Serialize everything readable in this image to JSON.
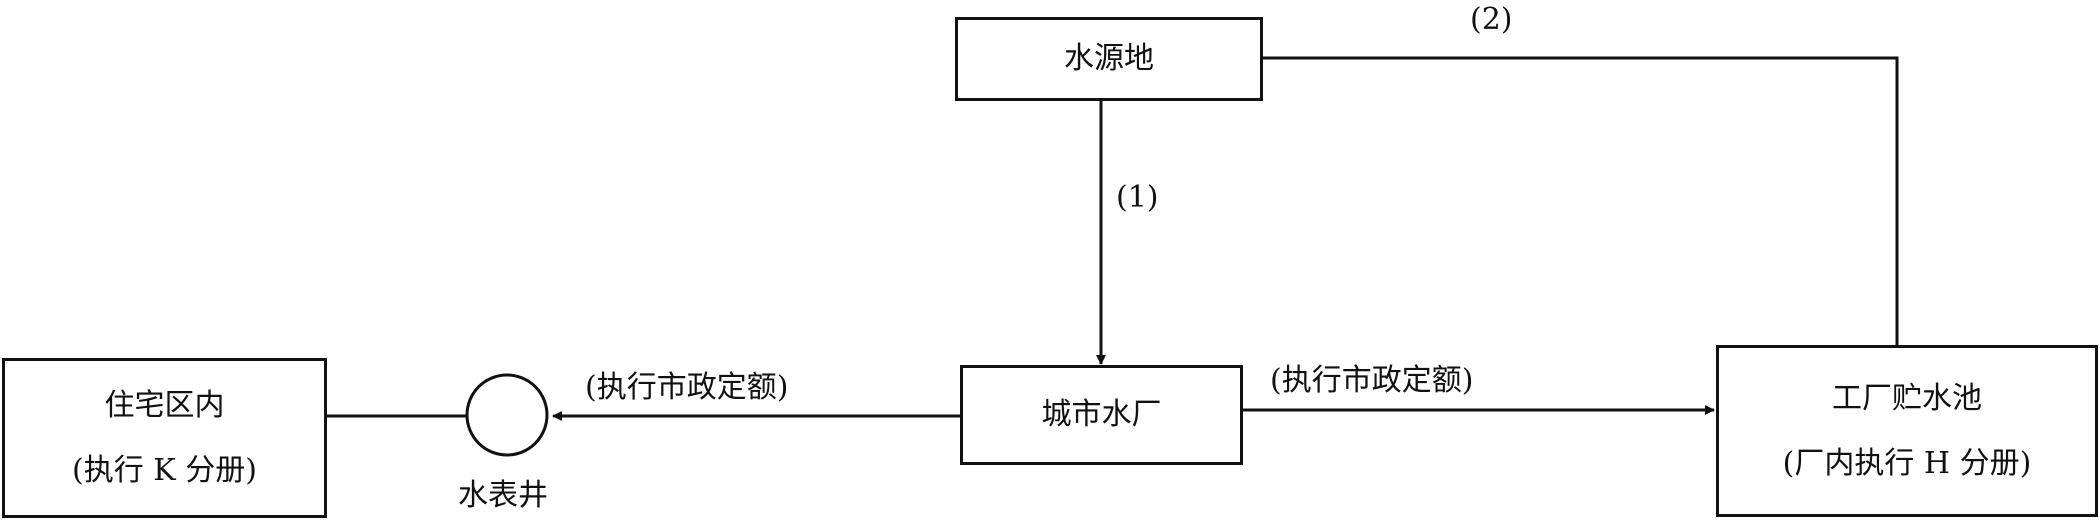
{
  "nodes": {
    "source": {
      "label": "水源地"
    },
    "city_plant": {
      "label": "城市水厂"
    },
    "residential": {
      "label": "住宅区内",
      "sublabel": "(执行 K 分册)"
    },
    "factory_tank": {
      "label": "工厂贮水池",
      "sublabel": "(厂内执行 H 分册)"
    },
    "meter_well": {
      "label": "水表井"
    }
  },
  "edges": {
    "source_to_plant": {
      "label": "(1)"
    },
    "source_to_factory": {
      "label": "(2)"
    },
    "plant_to_residential": {
      "label": "(执行市政定额)"
    },
    "plant_to_factory": {
      "label": "(执行市政定额)"
    }
  },
  "colors": {
    "line": "#111111",
    "background": "#ffffff"
  }
}
